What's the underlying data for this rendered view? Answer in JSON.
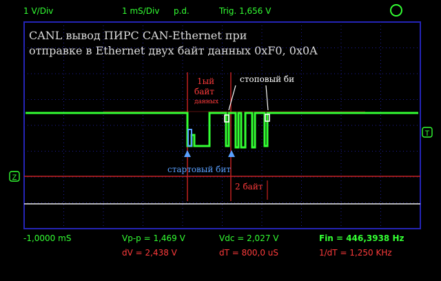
{
  "header": {
    "volts_div": "1 V/Div",
    "time_div": "1 mS/Div",
    "mode": "p.d.",
    "trigger": "Trig. 1,656 V"
  },
  "annotation": {
    "title_line1": "CANL вывод ПИРС CAN-Ethernet при",
    "title_line2": "отправке в Ethernet двух байт данных 0xF0,  0x0A",
    "byte1_line1": "1ый",
    "byte1_line2": "байт",
    "byte1_line3": "данных",
    "stop_bit": "стоповый би",
    "start_bit": "стартовый бит",
    "byte2": "2 байт"
  },
  "markers": {
    "trigger": "T",
    "ground": "Z"
  },
  "footer": {
    "time_offset": "-1,0000 mS",
    "vpp": "Vp-p = 1,469 V",
    "vdc": "Vdc = 2,027 V",
    "fin": "Fin = 446,3938 Hz",
    "dv": "dV = 2,438 V",
    "dt": "dT = 800,0 uS",
    "inv_dt": "1/dT = 1,250 KHz"
  },
  "colors": {
    "trace": "#33ff33",
    "cursor": "#cc2222",
    "grid": "#1f1fa0",
    "annotation": "#5aa0ff",
    "label_red": "#ff3b3b"
  }
}
